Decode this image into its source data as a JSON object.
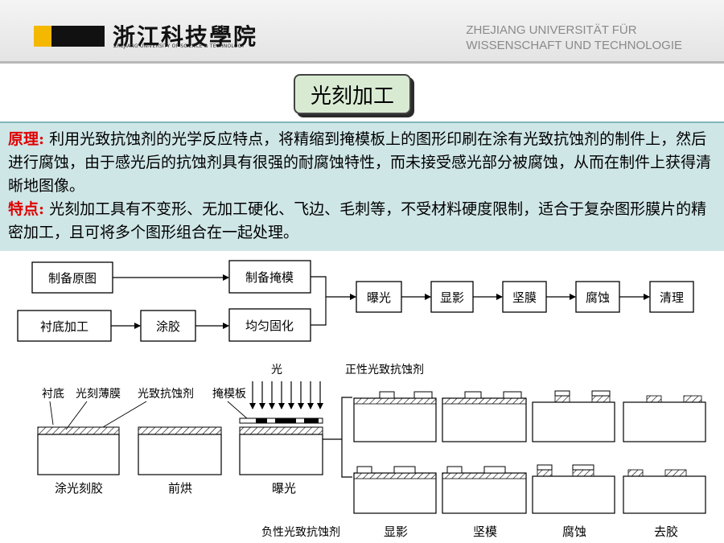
{
  "header": {
    "school_cn": "浙江科技學院",
    "school_en": "ZHEJIANG UNIVERSITY OF SCIENCE & TECHNOLOGY",
    "school_de_line1": "ZHEJIANG UNIVERSITÄT FÜR",
    "school_de_line2": "WISSENSCHAFT UND TECHNOLOGIE"
  },
  "title": "光刻加工",
  "principle": {
    "label": "原理:",
    "text": "利用光致抗蚀剂的光学反应特点，将精缩到掩模板上的图形印刷在涂有光致抗蚀剂的制件上，然后进行腐蚀，由于感光后的抗蚀剂具有很强的耐腐蚀特性，而未接受感光部分被腐蚀，从而在制件上获得清晰地图像。"
  },
  "features": {
    "label": "特点:",
    "text": "光刻加工具有不变形、无加工硬化、飞边、毛刺等，不受材料硬度限制，适合于复杂图形膜片的精密加工，且可将多个图形组合在一起处理。"
  },
  "flow": {
    "original": "制备原图",
    "mask": "制备掩模",
    "substrate": "衬底加工",
    "coat": "涂胶",
    "cure": "均匀固化",
    "expose": "曝光",
    "develop": "显影",
    "harden": "坚膜",
    "etch": "腐蚀",
    "clean": "清理"
  },
  "process": {
    "light": "光",
    "positive": "正性光致抗蚀剂",
    "negative": "负性光致抗蚀剂",
    "label_substrate": "衬底",
    "label_film": "光刻薄膜",
    "label_resist": "光致抗蚀剂",
    "label_mask": "掩模板",
    "step_coat": "涂光刻胶",
    "step_prebake": "前烘",
    "step_expose": "曝光",
    "step_develop": "显影",
    "step_harden": "坚模",
    "step_etch": "腐蚀",
    "step_strip": "去胶"
  }
}
